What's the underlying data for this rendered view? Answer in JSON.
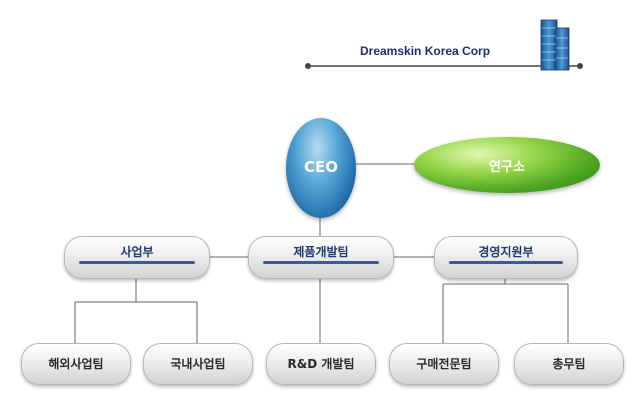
{
  "company": {
    "name": "Dreamskin Korea Corp",
    "icon": "building-icon"
  },
  "ceo": {
    "label": "CEO"
  },
  "lab": {
    "label": "연구소"
  },
  "departments": [
    {
      "label": "사업부"
    },
    {
      "label": "제품개발팀"
    },
    {
      "label": "경영지원부"
    }
  ],
  "teams": [
    {
      "label": "해외사업팀"
    },
    {
      "label": "국내사업팀"
    },
    {
      "label": "R&D 개발팀"
    },
    {
      "label": "구매전문팀"
    },
    {
      "label": "총무팀"
    }
  ],
  "colors": {
    "ceo": "#1f6aa8",
    "lab": "#4aa221",
    "dept_text": "#1e3a6e",
    "corp_text": "#1b2f6e"
  }
}
